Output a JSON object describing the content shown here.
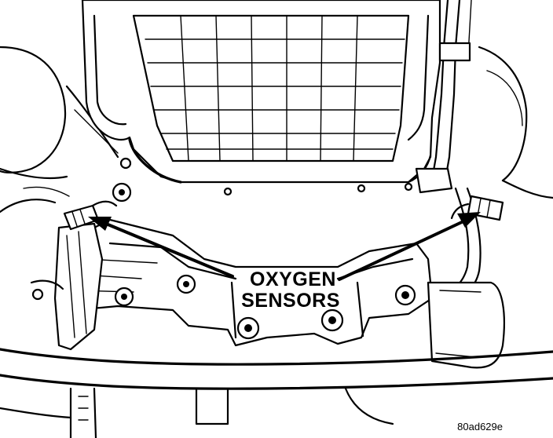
{
  "callout": {
    "line1": "OXYGEN",
    "line2": "SENSORS"
  },
  "figure_id": "80ad629e"
}
